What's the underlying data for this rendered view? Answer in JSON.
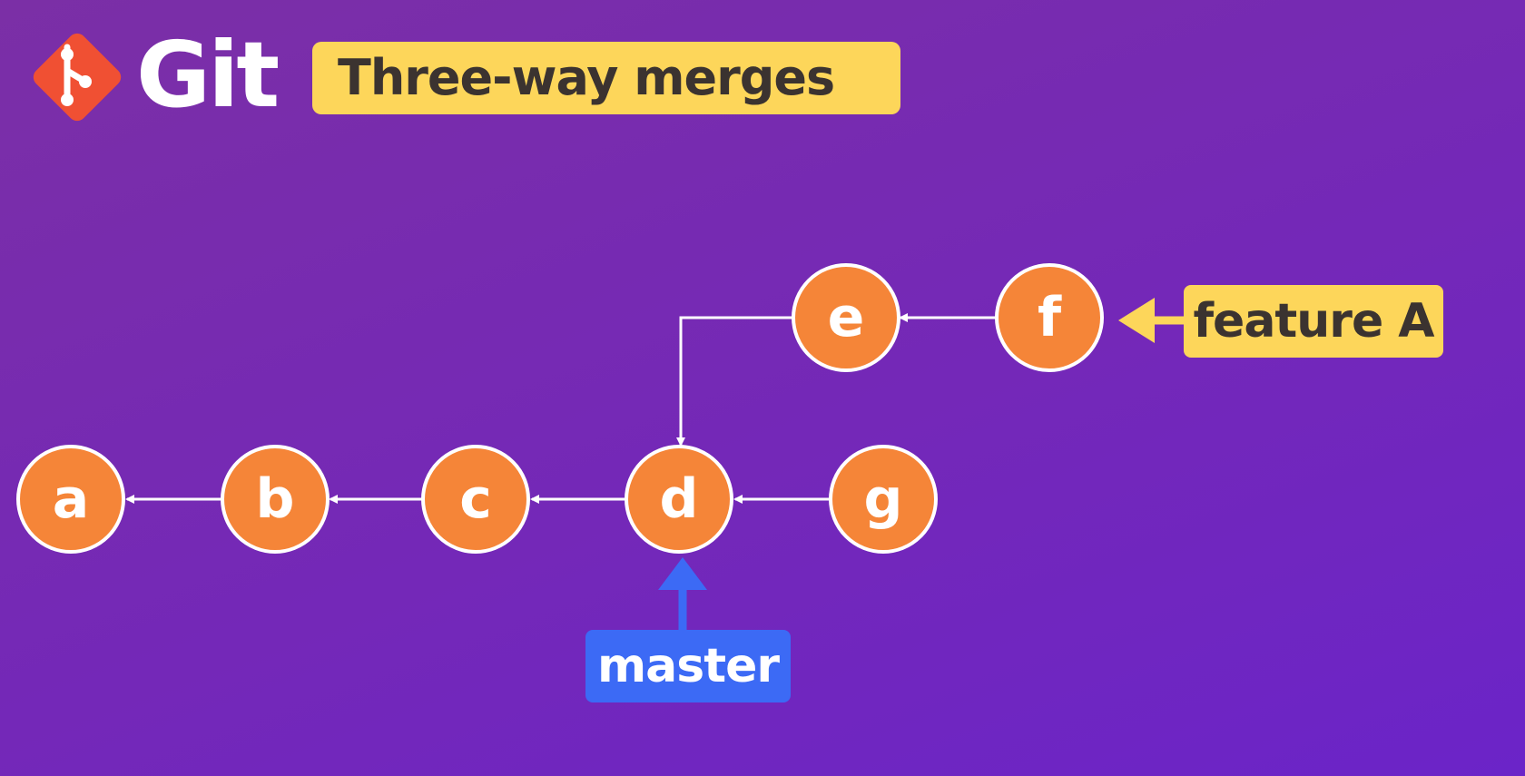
{
  "header": {
    "logo_text": "Git",
    "title": "Three-way merges"
  },
  "commits": [
    {
      "id": "a",
      "label": "a"
    },
    {
      "id": "b",
      "label": "b"
    },
    {
      "id": "c",
      "label": "c"
    },
    {
      "id": "d",
      "label": "d"
    },
    {
      "id": "g",
      "label": "g"
    },
    {
      "id": "e",
      "label": "e"
    },
    {
      "id": "f",
      "label": "f"
    }
  ],
  "parent_links": [
    {
      "from": "b",
      "to": "a"
    },
    {
      "from": "c",
      "to": "b"
    },
    {
      "from": "d",
      "to": "c"
    },
    {
      "from": "g",
      "to": "d"
    },
    {
      "from": "f",
      "to": "e"
    },
    {
      "from": "e",
      "to": "d"
    }
  ],
  "branches": {
    "feature": {
      "label": "feature A",
      "points_to": "f",
      "color": "#fdd65a"
    },
    "master": {
      "label": "master",
      "points_to": "d",
      "color": "#3c6af5"
    }
  },
  "colors": {
    "commit_fill": "#f58538",
    "git_logo": "#f05033",
    "title_badge": "#fdd65a",
    "arrow": "#ffffff"
  }
}
